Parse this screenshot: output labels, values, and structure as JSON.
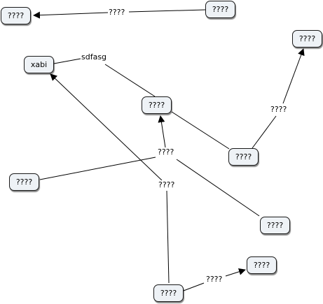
{
  "nodes": [
    {
      "id": "n1",
      "label": "????"
    },
    {
      "id": "n2",
      "label": "????"
    },
    {
      "id": "n3",
      "label": "xabi"
    },
    {
      "id": "n4",
      "label": "????"
    },
    {
      "id": "n5",
      "label": "????"
    },
    {
      "id": "n6",
      "label": "????"
    },
    {
      "id": "n7",
      "label": "????"
    },
    {
      "id": "n8",
      "label": "????"
    },
    {
      "id": "n9",
      "label": "????"
    },
    {
      "id": "n10",
      "label": "????"
    }
  ],
  "links": [
    {
      "id": "l1",
      "label": "????"
    },
    {
      "id": "l2",
      "label": "sdfasg"
    },
    {
      "id": "l3",
      "label": "????"
    },
    {
      "id": "l4",
      "label": "????"
    },
    {
      "id": "l5",
      "label": "????"
    },
    {
      "id": "l6",
      "label": "????"
    }
  ]
}
